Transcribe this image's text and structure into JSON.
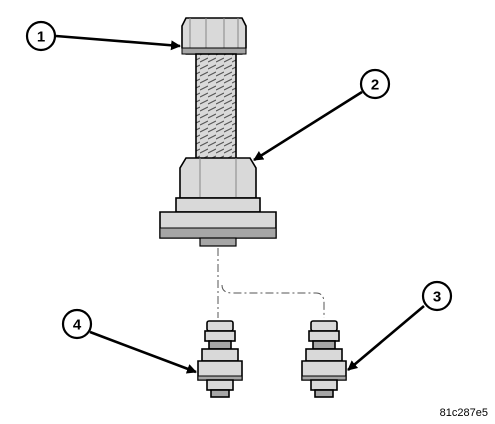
{
  "callouts": [
    {
      "label": "1"
    },
    {
      "label": "2"
    },
    {
      "label": "3"
    },
    {
      "label": "4"
    }
  ],
  "figure_code": "81c287e5",
  "colors": {
    "ink": "#000000",
    "metal_fill": "#d9d9d9",
    "shade": "#a6a6a6",
    "background": "#ffffff"
  }
}
